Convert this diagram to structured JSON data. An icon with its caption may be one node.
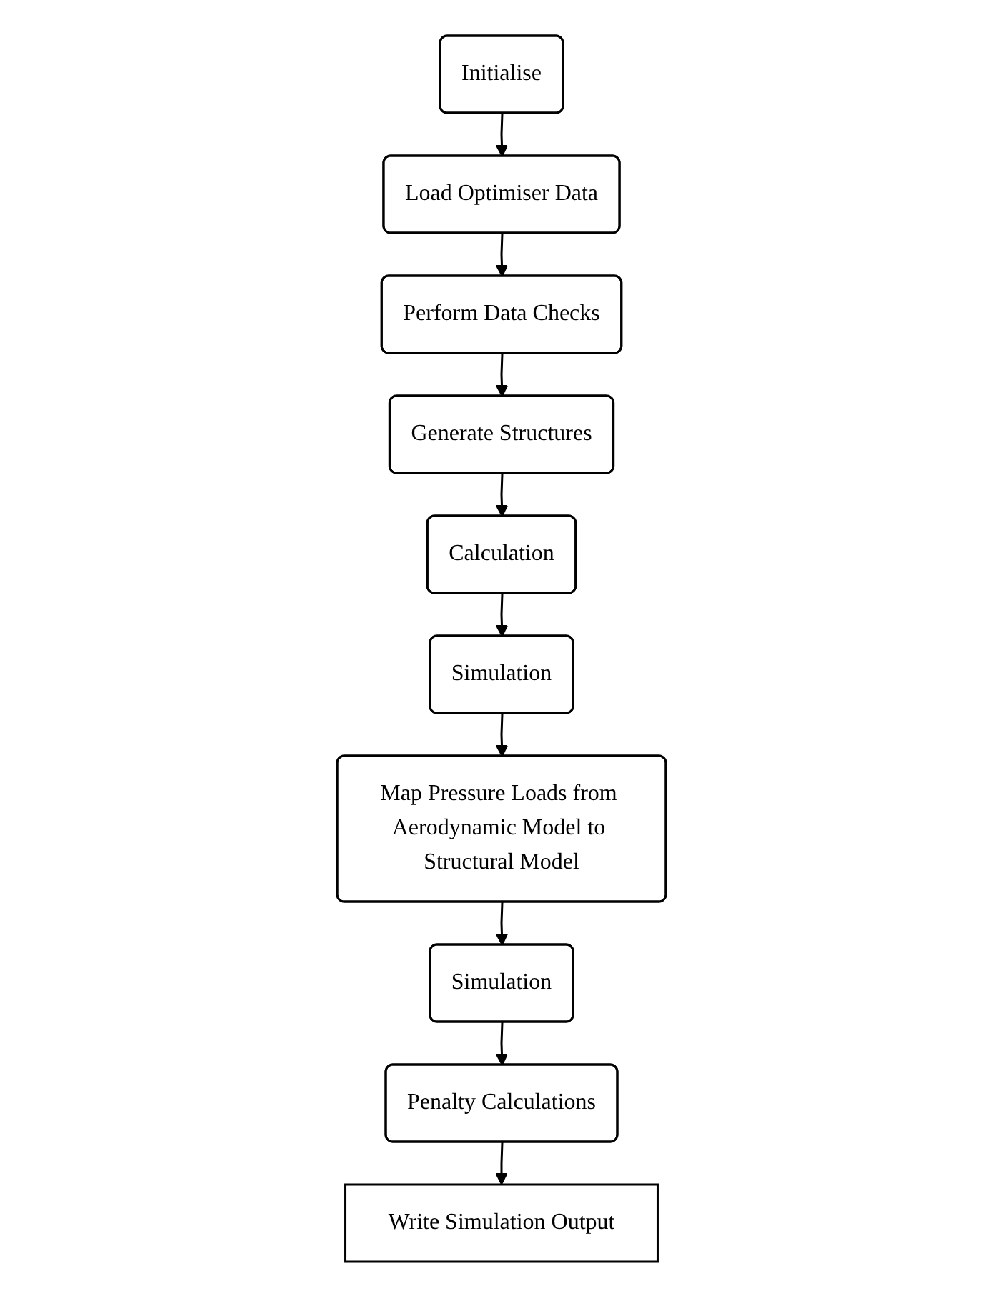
{
  "diagram": {
    "nodes": [
      {
        "text": [
          "Initialise"
        ]
      },
      {
        "text": [
          "Load Optimiser Data"
        ]
      },
      {
        "text": [
          "Perform Data Checks"
        ]
      },
      {
        "text": [
          "Generate Structures"
        ]
      },
      {
        "text": [
          "Calculation"
        ]
      },
      {
        "text": [
          "Simulation"
        ]
      },
      {
        "text": [
          "Map Pressure Loads from Aerodynamic Model to Structural Model"
        ]
      },
      {
        "text": [
          "Simulation"
        ]
      },
      {
        "text": [
          "Penalty Calculations"
        ]
      },
      {
        "text": [
          "Write Simulation Output"
        ]
      }
    ],
    "edges": [
      {
        "from": 0,
        "to": 1,
        "arrow": "to"
      },
      {
        "from": 1,
        "to": 2,
        "arrow": "to"
      },
      {
        "from": 2,
        "to": 3,
        "arrow": "to"
      },
      {
        "from": 3,
        "to": 4,
        "arrow": "to"
      },
      {
        "from": 4,
        "to": 5,
        "arrow": "to"
      },
      {
        "from": 5,
        "to": 6,
        "arrow": "to"
      },
      {
        "from": 6,
        "to": 7,
        "arrow": "to"
      },
      {
        "from": 7,
        "to": 8,
        "arrow": "to"
      },
      {
        "from": 8,
        "to": 9,
        "arrow": "to"
      }
    ]
  }
}
